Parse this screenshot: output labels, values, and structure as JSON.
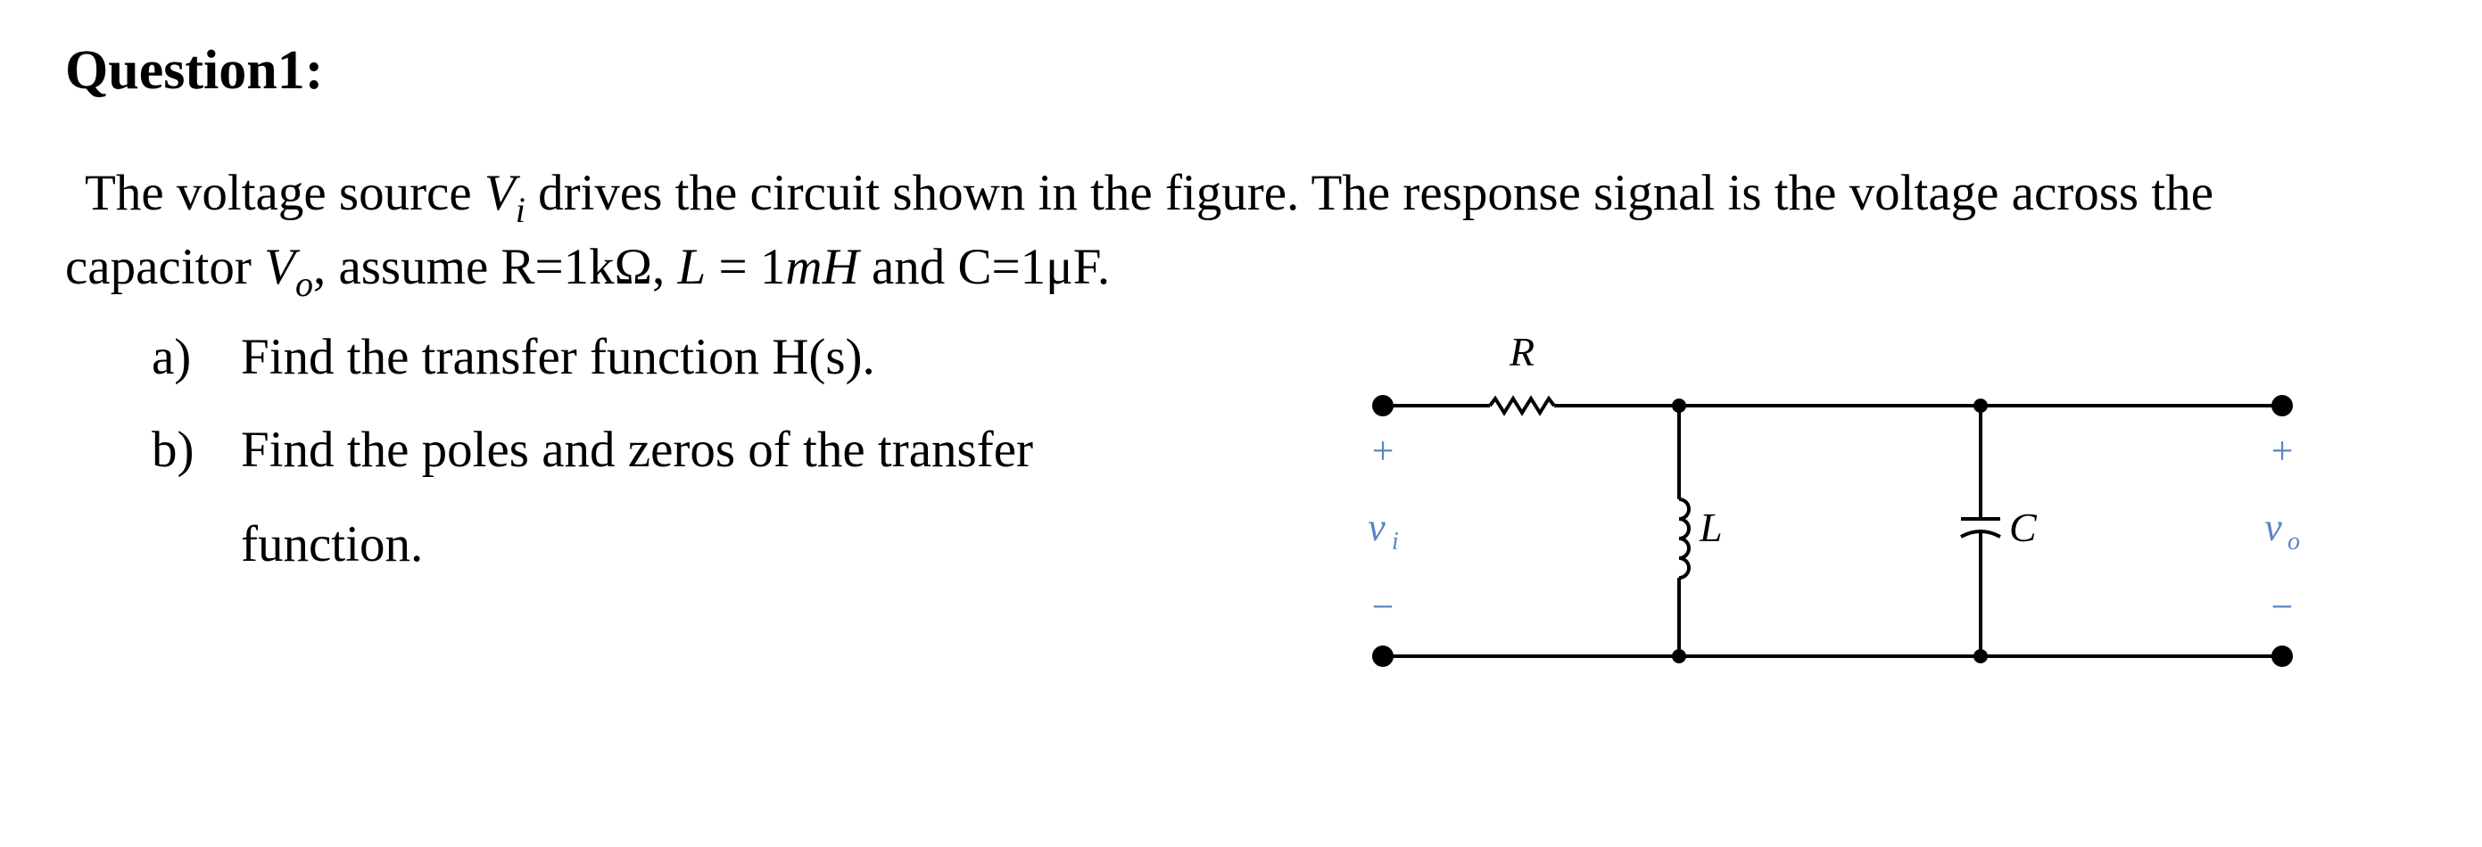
{
  "question": {
    "title": "Question1:",
    "paragraph": {
      "line1": {
        "pre": "The voltage source ",
        "var1": "V",
        "var1_sub": "i",
        "post": " drives the circuit shown in the figure. The response signal is the voltage across the"
      },
      "line2": {
        "pre": "capacitor ",
        "var2": "V",
        "var2_sub": "o",
        "mid": ", assume R=1kΩ, ",
        "L_var": "L",
        "eq": " = ",
        "L_val": "1",
        "L_unit": "mH",
        "post": " and C=1μF."
      }
    },
    "parts": [
      {
        "marker": "a)",
        "text": "Find the transfer function H(s)."
      },
      {
        "marker": "b)",
        "text": "Find the poles and zeros of the transfer"
      },
      {
        "marker": "",
        "text": "function."
      }
    ]
  },
  "circuit": {
    "R_label": "R",
    "L_label": "L",
    "C_label": "C",
    "vi_plus": "+",
    "vi_label": "v",
    "vi_sub": "i",
    "vi_minus": "−",
    "vo_plus": "+",
    "vo_label": "v",
    "vo_sub": "o",
    "vo_minus": "−",
    "terminal_color": "#5a86c0",
    "wire_color": "#000000"
  }
}
